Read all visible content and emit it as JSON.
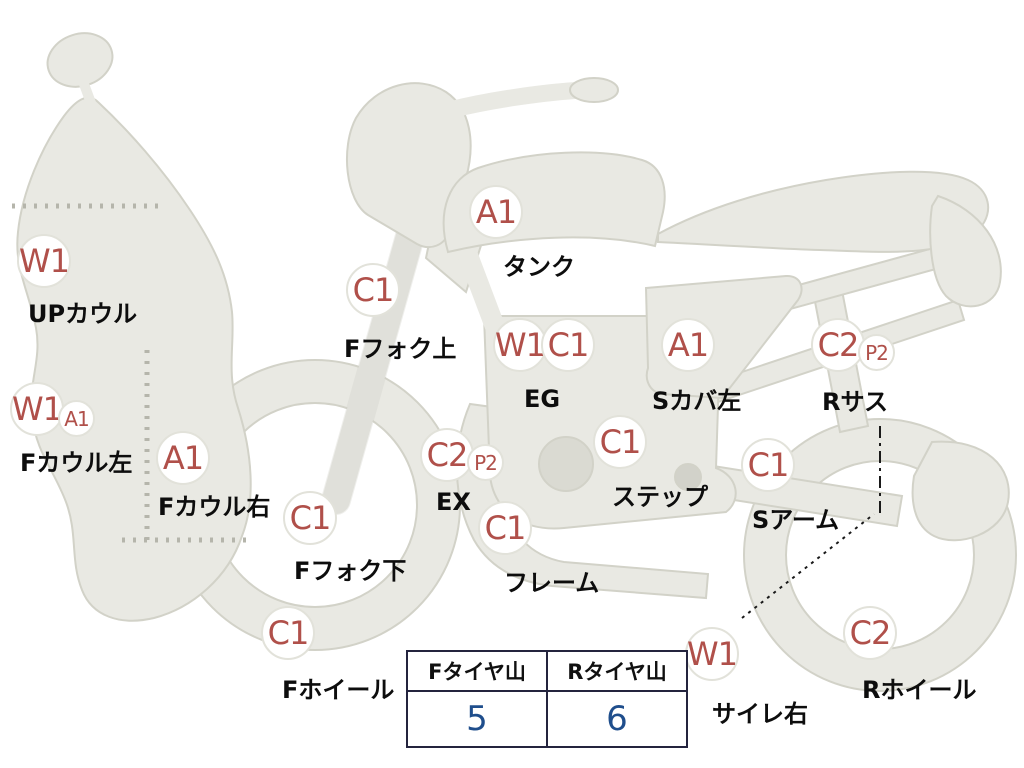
{
  "colors": {
    "grade_text": "#b0504a",
    "body_fill": "#e9e9e3",
    "body_stroke": "#d2d2c8",
    "tire_value_text": "#1f4e8c",
    "table_border": "#24243e"
  },
  "markers": [
    {
      "grade": "W1",
      "label": "UPカウル"
    },
    {
      "grade": "W1",
      "sub": "A1",
      "label": "Fカウル左"
    },
    {
      "grade": "A1",
      "label": "Fカウル右"
    },
    {
      "grade": "C1",
      "label": "Fフォク上"
    },
    {
      "grade": "A1",
      "label": "タンク"
    },
    {
      "grade": "W1",
      "grade2": "C1",
      "label": "EG"
    },
    {
      "grade": "A1",
      "label": "Sカバ左"
    },
    {
      "grade": "C2",
      "sub": "P2",
      "label": "Rサス"
    },
    {
      "grade": "C2",
      "sub": "P2",
      "label": "EX"
    },
    {
      "grade": "C1",
      "label": "ステップ"
    },
    {
      "grade": "C1",
      "label": "Sアーム"
    },
    {
      "grade": "C1",
      "label": "Fフォク下"
    },
    {
      "grade": "C1",
      "label": "フレーム"
    },
    {
      "grade": "C1",
      "label": "Fホイール"
    },
    {
      "grade": "W1",
      "label": "サイレ右"
    },
    {
      "grade": "C2",
      "label": "Rホイール"
    }
  ],
  "tire_table": {
    "headers": [
      "Fタイヤ山",
      "Rタイヤ山"
    ],
    "values": [
      "5",
      "6"
    ]
  }
}
